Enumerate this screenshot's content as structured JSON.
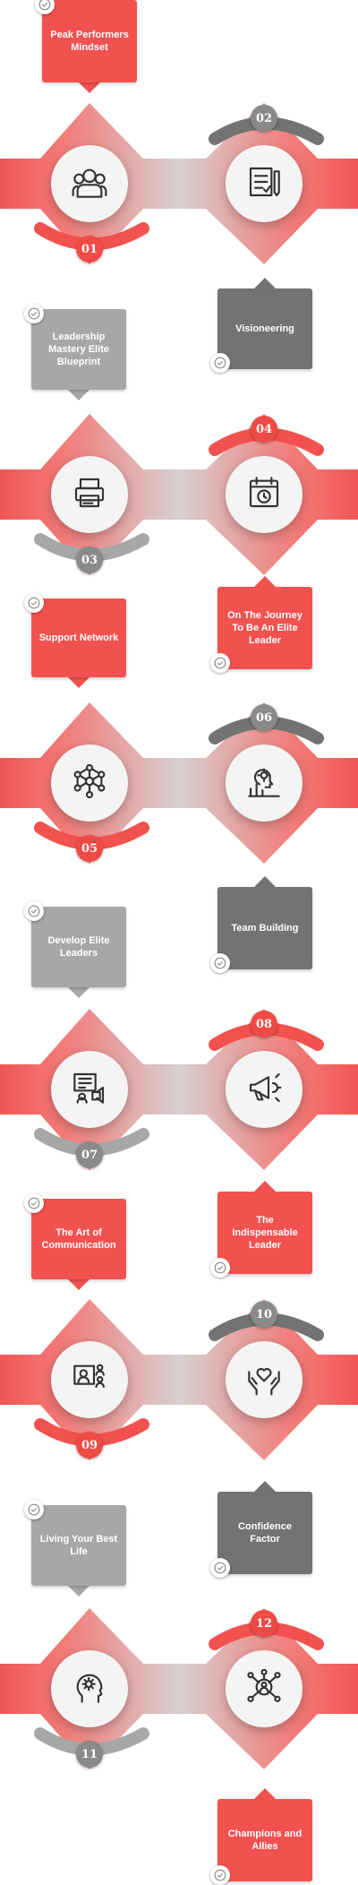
{
  "colors": {
    "red": "#f2524f",
    "dark_gray": "#737373",
    "light_gray": "#a7a7a7",
    "band_gray": "#cfcfcf"
  },
  "steps": [
    {
      "num": "01",
      "label": "Peak Performers Mindset",
      "icon": "team-icon"
    },
    {
      "num": "02",
      "label": "Visioneering",
      "icon": "checklist-icon"
    },
    {
      "num": "03",
      "label": "Leadership Mastery Elite Blueprint",
      "icon": "printer-icon"
    },
    {
      "num": "04",
      "label": "On The Journey To Be An Elite Leader",
      "icon": "calendar-clock-icon"
    },
    {
      "num": "05",
      "label": "Support Network",
      "icon": "network-icon"
    },
    {
      "num": "06",
      "label": "Team Building",
      "icon": "brainstorm-chart-icon"
    },
    {
      "num": "07",
      "label": "Develop Elite Leaders",
      "icon": "presentation-icon"
    },
    {
      "num": "08",
      "label": "The Indispensable Leader",
      "icon": "megaphone-icon"
    },
    {
      "num": "09",
      "label": "The Art of Communication",
      "icon": "video-conference-icon"
    },
    {
      "num": "10",
      "label": "Confidence Factor",
      "icon": "heart-hands-icon"
    },
    {
      "num": "11",
      "label": "Living Your Best Life",
      "icon": "head-gear-icon"
    },
    {
      "num": "12",
      "label": "Champions and Allies",
      "icon": "connected-person-icon"
    }
  ]
}
